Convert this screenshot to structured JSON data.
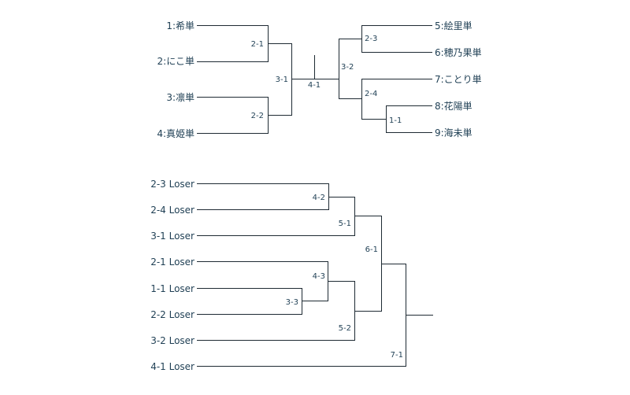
{
  "top_bracket": {
    "left_entries": [
      "1:希単",
      "2:にこ単",
      "3:凛単",
      "4:真姫単"
    ],
    "right_entries": [
      "5:絵里単",
      "6:穂乃果単",
      "7:ことり単",
      "8:花陽単",
      "9:海未単"
    ],
    "matches": {
      "m21": "2-1",
      "m22": "2-2",
      "m31": "3-1",
      "m41": "4-1",
      "m32": "3-2",
      "m23": "2-3",
      "m24": "2-4",
      "m11": "1-1"
    }
  },
  "loser_bracket": {
    "entries": [
      "2-3 Loser",
      "2-4 Loser",
      "3-1 Loser",
      "2-1 Loser",
      "1-1 Loser",
      "2-2 Loser",
      "3-2 Loser",
      "4-1 Loser"
    ],
    "matches": {
      "m42": "4-2",
      "m51": "5-1",
      "m43": "4-3",
      "m33": "3-3",
      "m52": "5-2",
      "m61": "6-1",
      "m71": "7-1"
    }
  }
}
